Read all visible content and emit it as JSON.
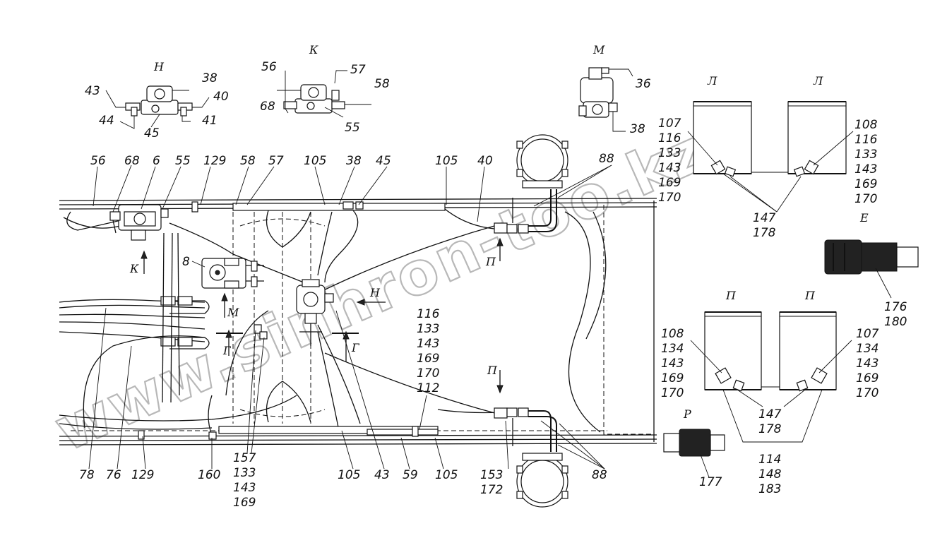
{
  "watermark": "www.sinhron-too.kz",
  "sections": {
    "N": "Н",
    "K": "К",
    "M": "М",
    "L1": "Л",
    "L2": "Л",
    "E": "Е",
    "P1": "П",
    "P2": "П",
    "R": "Р",
    "K_arrow": "К",
    "M_arrow": "М",
    "N_arrow": "Н",
    "G1": "Г",
    "G2": "Г",
    "P_up": "П",
    "P_down": "П"
  },
  "labels": {
    "n38": "38",
    "n43": "43",
    "n40": "40",
    "n44": "44",
    "n45": "45",
    "n41": "41",
    "k56": "56",
    "k57": "57",
    "k58": "58",
    "k68": "68",
    "k55": "55",
    "m36": "36",
    "m38": "38",
    "t56": "56",
    "t68": "68",
    "t6": "6",
    "t55": "55",
    "t129": "129",
    "t58": "58",
    "t57": "57",
    "t105a": "105",
    "t38": "38",
    "t45": "45",
    "t105b": "105",
    "t40": "40",
    "t88a": "88",
    "t8": "8",
    "c116": "116",
    "c133": "133",
    "c143": "143",
    "c169": "169",
    "c170": "170",
    "c112": "112",
    "b78": "78",
    "b76": "76",
    "b129": "129",
    "b160": "160",
    "b157": "157",
    "b133": "133",
    "b143": "143",
    "b169": "169",
    "b105a": "105",
    "b43": "43",
    "b59": "59",
    "b105b": "105",
    "b153": "153",
    "b172": "172",
    "b88": "88",
    "l107": "107",
    "l116": "116",
    "l133": "133",
    "l143": "143",
    "l169": "169",
    "l170": "170",
    "l108": "108",
    "l116b": "116",
    "l133b": "133",
    "l143b": "143",
    "l169b": "169",
    "l170b": "170",
    "l147": "147",
    "l178": "178",
    "e176": "176",
    "e180": "180",
    "p108": "108",
    "p134": "134",
    "p143": "143",
    "p169": "169",
    "p170": "170",
    "p107": "107",
    "p134b": "134",
    "p143b": "143",
    "p169b": "169",
    "p170b": "170",
    "p147": "147",
    "p178": "178",
    "p114": "114",
    "p148": "148",
    "p183": "183",
    "r177": "177"
  }
}
